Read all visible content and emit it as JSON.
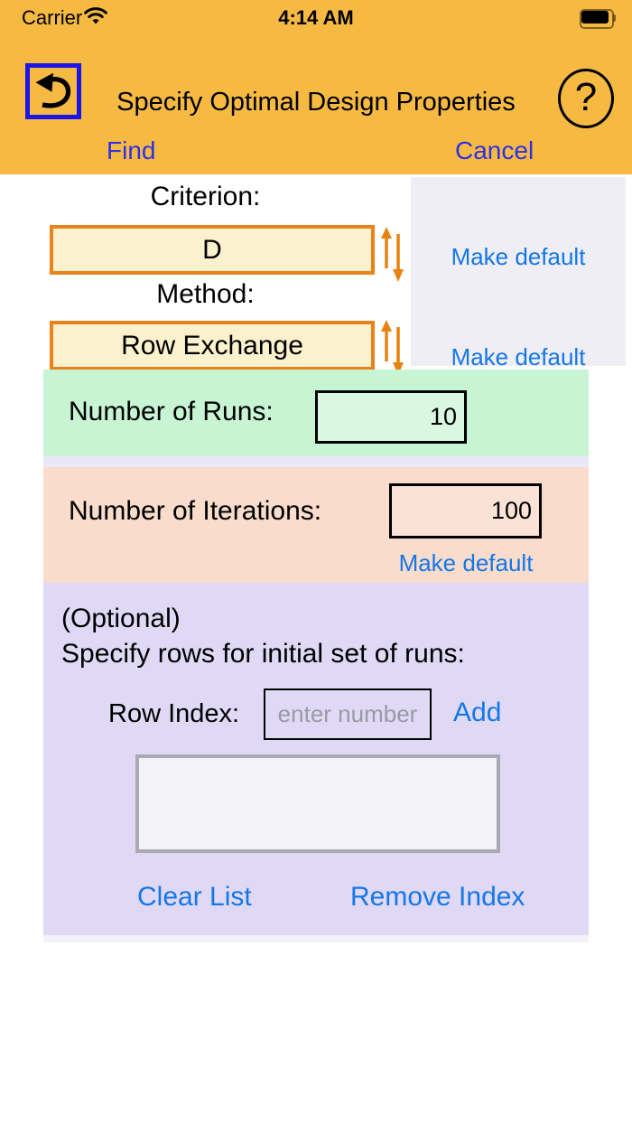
{
  "status_bar": {
    "carrier": "Carrier",
    "time": "4:14 AM"
  },
  "header": {
    "title": "Specify Optimal Design Properties",
    "find_label": "Find",
    "cancel_label": "Cancel",
    "help_label": "?"
  },
  "criterion": {
    "label": "Criterion:",
    "value": "D",
    "make_default_label": "Make default"
  },
  "method": {
    "label": "Method:",
    "value": "Row Exchange",
    "make_default_label": "Make default"
  },
  "runs": {
    "label": "Number of Runs:",
    "value": "10"
  },
  "iterations": {
    "label": "Number of Iterations:",
    "value": "100",
    "make_default_label": "Make default"
  },
  "optional_section": {
    "optional_label": "(Optional)",
    "instruction": "Specify rows for initial set of runs:",
    "row_index_label": "Row Index:",
    "row_index_placeholder": "enter number",
    "add_label": "Add",
    "clear_list_label": "Clear List",
    "remove_index_label": "Remove Index"
  },
  "colors": {
    "chrome_orange": "#F6BA43",
    "field_border_orange": "#E8821C",
    "field_fill_cream": "#FBF1CD",
    "runs_panel_green": "#C7F4D3",
    "iterations_panel_peach": "#F9DCCB",
    "optional_panel_lavender": "#DFD9F6",
    "side_panel_gray": "#EFEEF5",
    "link_blue": "#1477E8",
    "nav_link_blue": "#2F2FE3",
    "back_border_blue": "#1B15E8"
  }
}
